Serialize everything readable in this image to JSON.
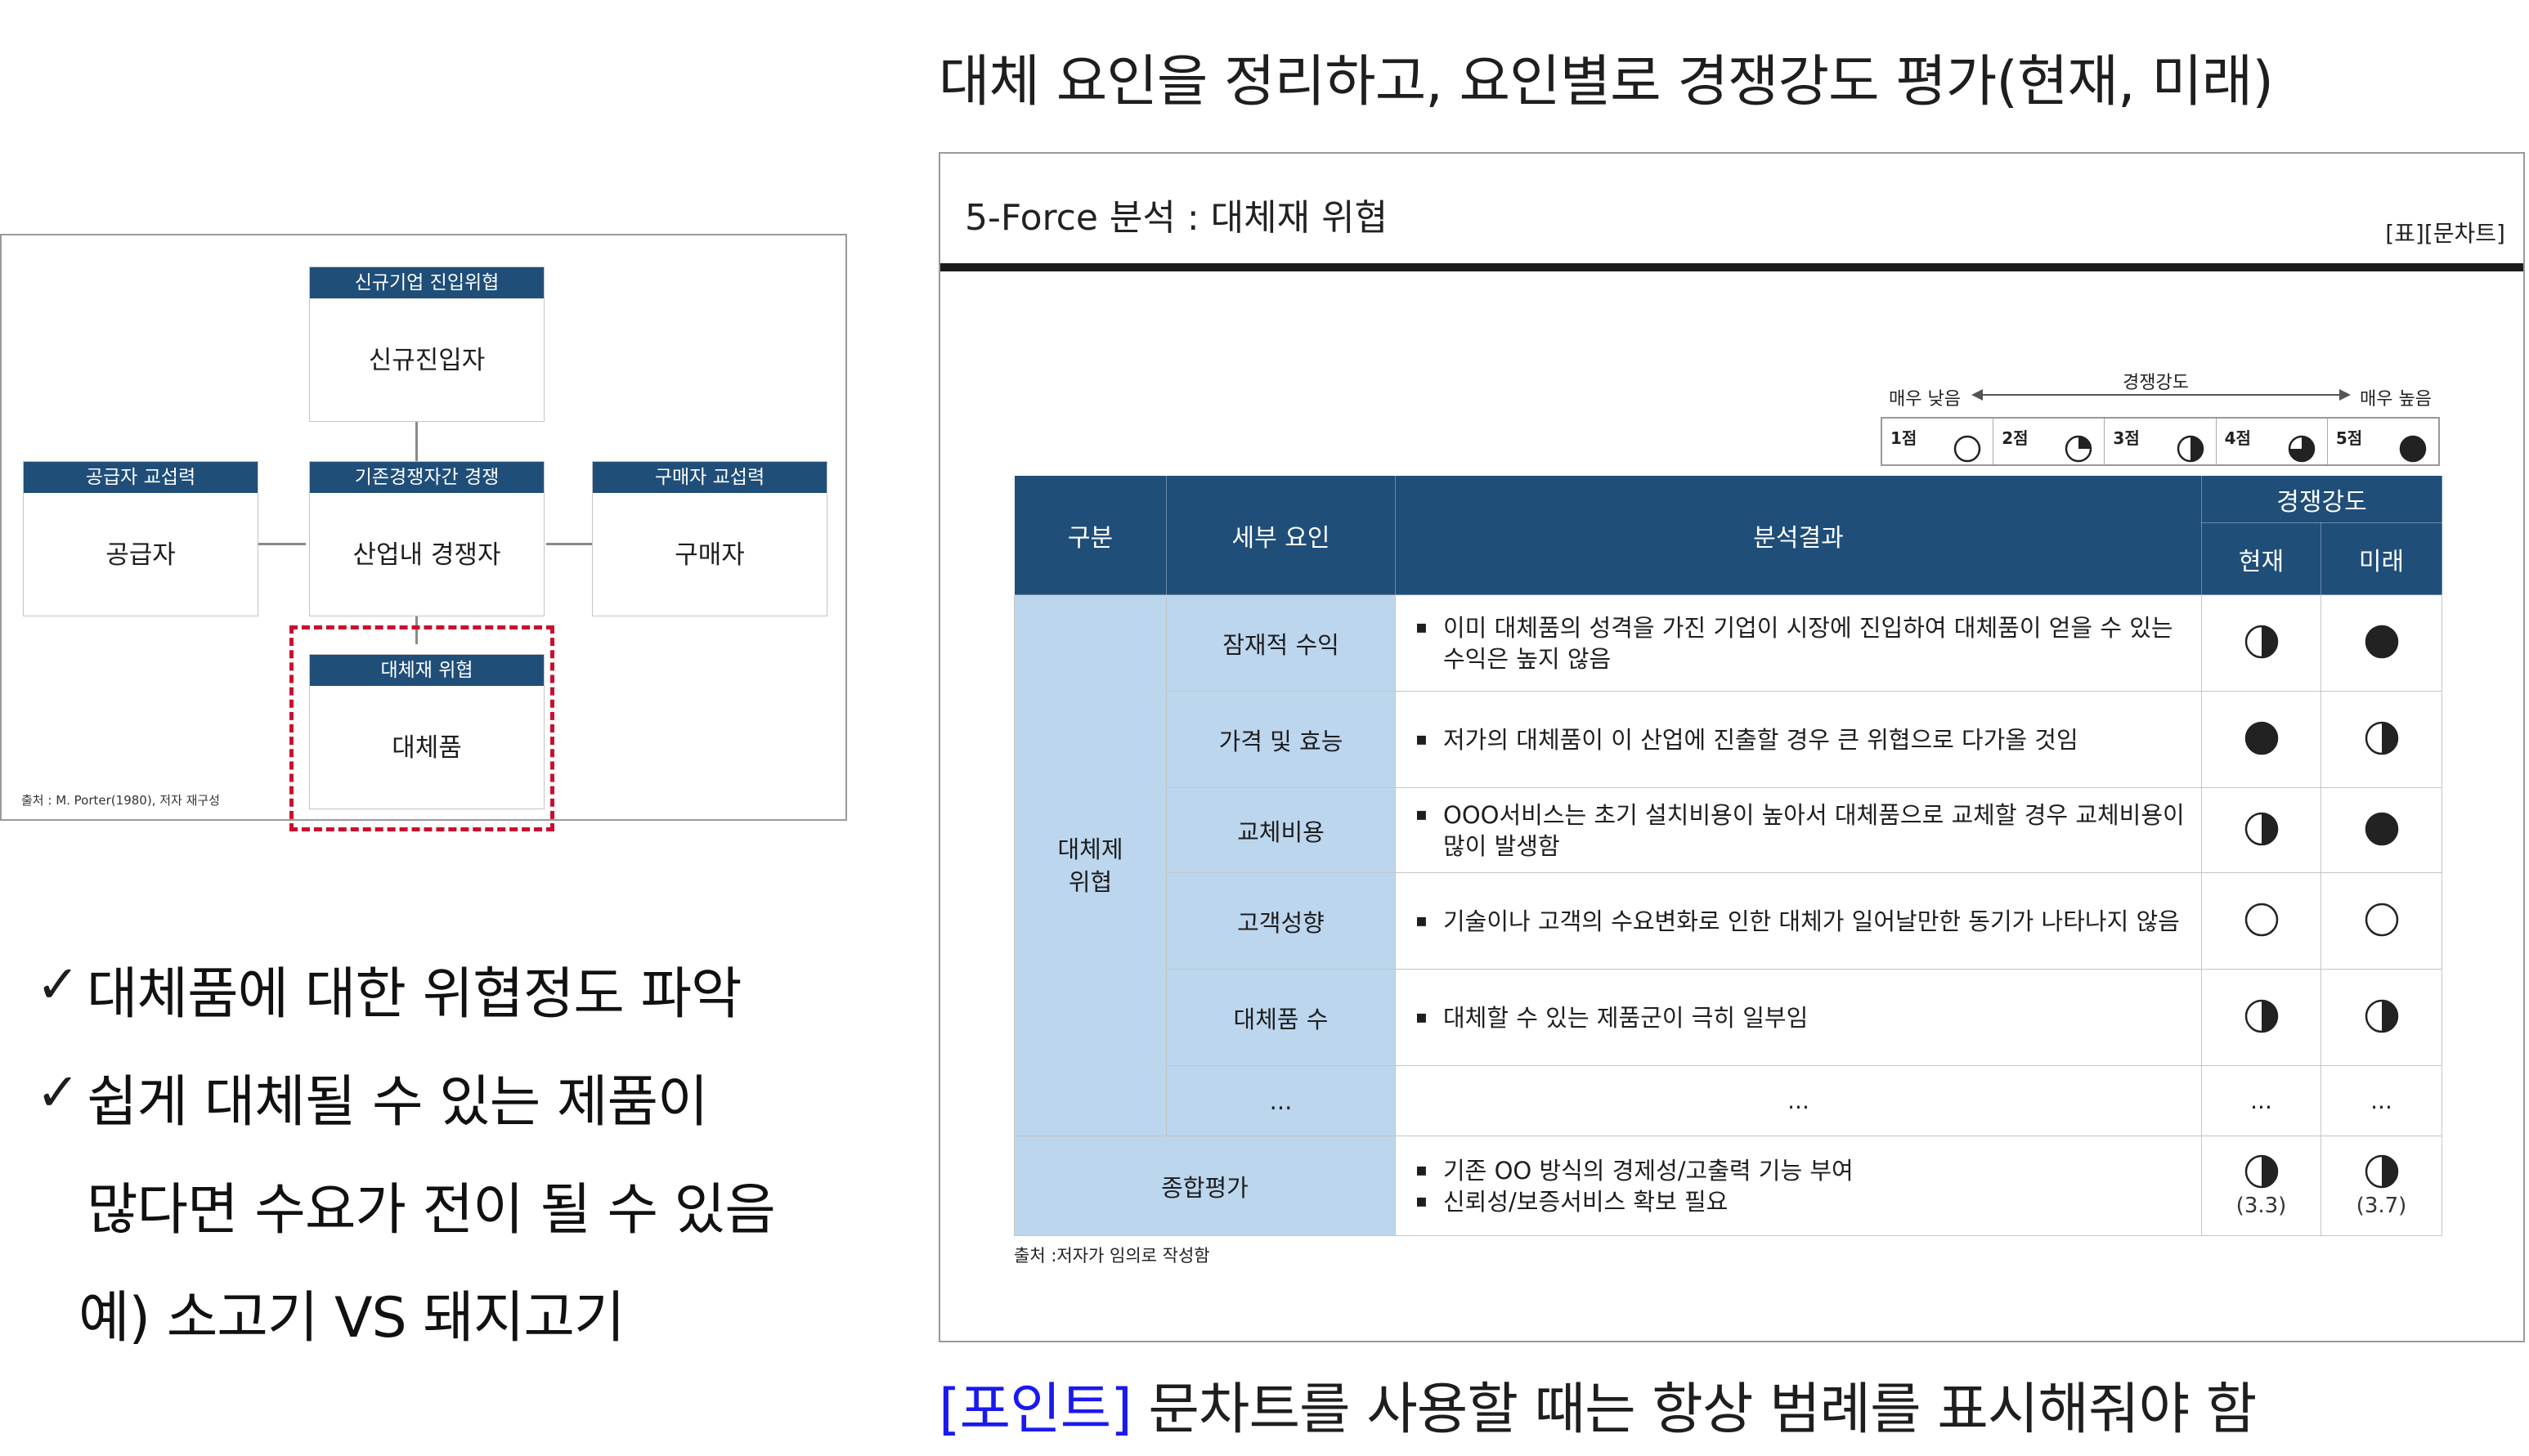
{
  "heading": "대체 요인을 정리하고, 요인별로 경쟁강도 평가(현재, 미래)",
  "porter": {
    "new_entrant": {
      "header": "신규기업 진입위협",
      "label": "신규진입자"
    },
    "supplier": {
      "header": "공급자 교섭력",
      "label": "공급자"
    },
    "rivalry": {
      "header": "기존경쟁자간 경쟁",
      "label": "산업내 경쟁자"
    },
    "buyer": {
      "header": "구매자 교섭력",
      "label": "구매자"
    },
    "substitute": {
      "header": "대체재 위협",
      "label": "대체품"
    },
    "source": "출처 : M. Porter(1980), 저자 재구성"
  },
  "bullets": {
    "check": "✓",
    "line1": "대체품에 대한 위협정도 파악",
    "line2": "쉽게 대체될 수 있는 제품이",
    "line3": "많다면 수요가 전이 될 수 있음",
    "line4": "예) 소고기 VS 돼지고기"
  },
  "panel": {
    "title": "5-Force 분석 : 대체재 위협",
    "tag": "[표][문차트]",
    "legend": {
      "axis_label": "경쟁강도",
      "low": "매우 낮음",
      "high": "매우 높음",
      "levels": [
        {
          "label": "1점",
          "fill": 0
        },
        {
          "label": "2점",
          "fill": 0.25
        },
        {
          "label": "3점",
          "fill": 0.5
        },
        {
          "label": "4점",
          "fill": 0.75
        },
        {
          "label": "5점",
          "fill": 1
        }
      ]
    },
    "table": {
      "headers": {
        "category": "구분",
        "factor": "세부 요인",
        "result": "분석결과",
        "intensity": "경쟁강도",
        "current": "현재",
        "future": "미래"
      },
      "group": "대체제\n위협",
      "rows": [
        {
          "factor": "잠재적 수익",
          "result": [
            "이미 대체품의 성격을 가진 기업이 시장에 진입하여 대체품이 얻을 수 있는 수익은 높지 않음"
          ],
          "current": 0.5,
          "future": 1
        },
        {
          "factor": "가격 및 효능",
          "result": [
            "저가의 대체품이 이 산업에 진출할 경우 큰 위협으로 다가올 것임"
          ],
          "current": 1,
          "future": 0.5
        },
        {
          "factor": "교체비용",
          "result": [
            "OOO서비스는 초기 설치비용이 높아서 대체품으로 교체할 경우 교체비용이 많이 발생함"
          ],
          "current": 0.5,
          "future": 1
        },
        {
          "factor": "고객성향",
          "result": [
            "기술이나 고객의 수요변화로 인한 대체가 일어날만한 동기가 나타나지 않음"
          ],
          "current": 0,
          "future": 0
        },
        {
          "factor": "대체품 수",
          "result": [
            "대체할 수 있는 제품군이 극히 일부임"
          ],
          "current": 0.5,
          "future": 0.5
        }
      ],
      "ellipsis": "...",
      "summary": {
        "label": "종합평가",
        "result": [
          "기존 OO 방식의 경제성/고출력 기능 부여",
          "신뢰성/보증서비스 확보 필요"
        ],
        "current": 0.5,
        "current_score": "(3.3)",
        "future": 0.5,
        "future_score": "(3.7)"
      }
    },
    "source": "출처 :저자가 임의로 작성함"
  },
  "point": {
    "tag": "[포인트]",
    "text": "문차트를 사용할 때는 항상 범례를 표시해줘야 함"
  }
}
